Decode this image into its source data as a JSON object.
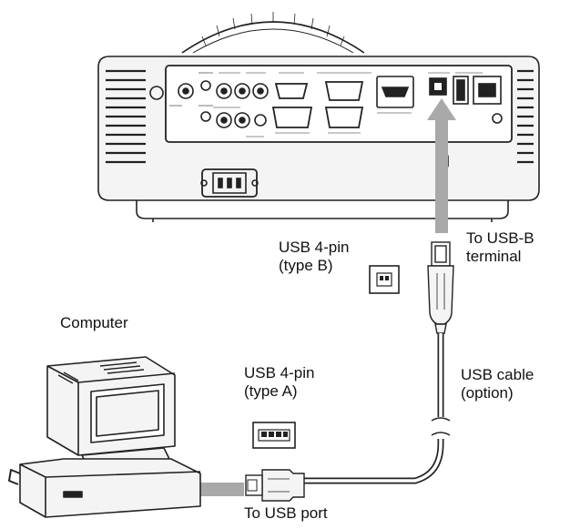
{
  "labels": {
    "usb_b_pin": "USB 4-pin\n(type B)",
    "to_usb_b": "To USB-B\nterminal",
    "computer": "Computer",
    "usb_a_pin": "USB 4-pin\n(type A)",
    "usb_cable": "USB cable\n(option)",
    "to_usb_port": "To USB port"
  },
  "colors": {
    "arrow": "#a9a9a9",
    "line": "#222222",
    "body_fill": "#f4f4f4"
  },
  "icons": [
    "projector-icon",
    "computer-icon",
    "usb-b-connector-icon",
    "usb-a-connector-icon",
    "usb-b-port-icon",
    "usb-a-port-icon"
  ]
}
